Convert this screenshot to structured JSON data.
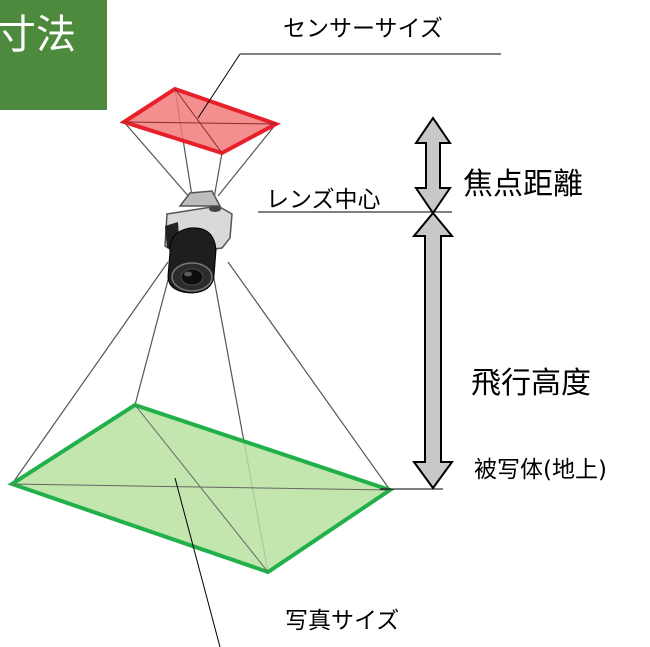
{
  "tag_label": "寸法",
  "labels": {
    "sensor_size": "センサーサイズ",
    "focal_length": "焦点距離",
    "lens_center": "レンズ中心",
    "flight_altitude": "飛行高度",
    "subject_ground": "被写体(地上)",
    "photo_size": "写真サイズ"
  },
  "colors": {
    "tag_green": "#4e8a3e",
    "sensor_fill": "#f17b7b",
    "sensor_stroke": "#e8202a",
    "ground_fill": "#b7e2a0",
    "ground_stroke": "#22b04a",
    "arrow_fill": "#c8c8c8"
  },
  "icons": [
    "camera-icon",
    "double-arrow-icon"
  ]
}
